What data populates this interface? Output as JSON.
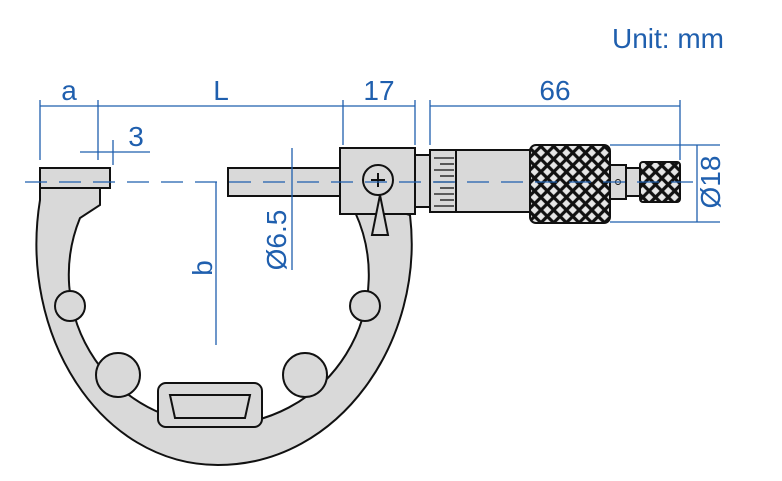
{
  "unit_label": "Unit: mm",
  "dimensions": {
    "a": "a",
    "L": "L",
    "d17": "17",
    "d66": "66",
    "d3": "3",
    "b": "b",
    "dia65": "Ø6.5",
    "dia18": "Ø18"
  },
  "colors": {
    "dimension": "#1f5fae",
    "body": "#d9d9d9",
    "outline": "#111111"
  }
}
